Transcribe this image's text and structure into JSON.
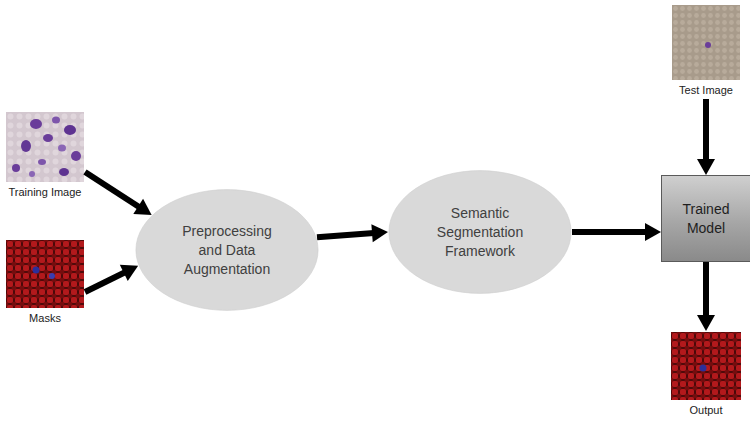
{
  "diagram": {
    "nodes": [
      {
        "text": [
          "Training Image"
        ]
      },
      {
        "text": [
          "Masks"
        ]
      },
      {
        "text": [
          "Preprocessing and Data Augmentation"
        ]
      },
      {
        "text": [
          "Semantic Segmentation Framework"
        ]
      },
      {
        "text": [
          "Test Image"
        ]
      },
      {
        "text": [
          "Trained Model"
        ]
      },
      {
        "text": [
          "Output"
        ]
      }
    ],
    "edges": [
      {
        "from": 0,
        "to": 2,
        "arrow": "to"
      },
      {
        "from": 1,
        "to": 2,
        "arrow": "to"
      },
      {
        "from": 2,
        "to": 3,
        "arrow": "to"
      },
      {
        "from": 3,
        "to": 5,
        "arrow": "to"
      },
      {
        "from": 4,
        "to": 5,
        "arrow": "to"
      },
      {
        "from": 5,
        "to": 6,
        "arrow": "to"
      }
    ]
  }
}
